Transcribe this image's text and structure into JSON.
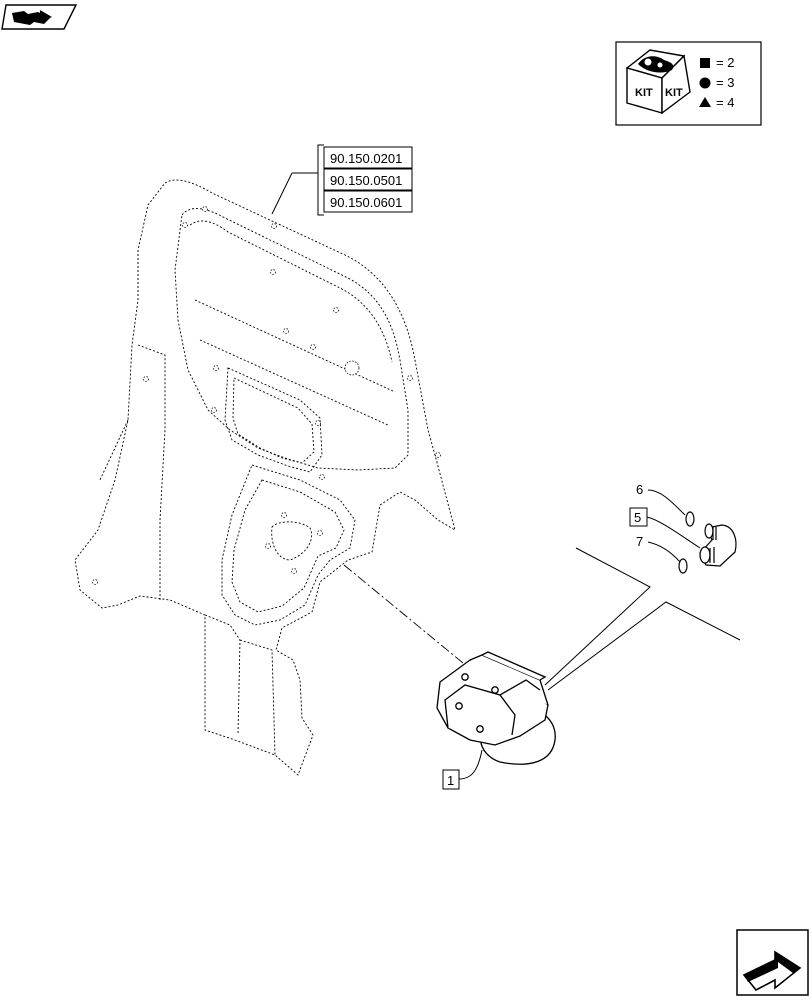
{
  "references": [
    "90.150.0201",
    "90.150.0501",
    "90.150.0601"
  ],
  "kit_legend": {
    "kit_labels": [
      "KIT",
      "KIT"
    ],
    "items": [
      {
        "shape": "square",
        "symbol": "■",
        "text": "= 2"
      },
      {
        "shape": "circle",
        "symbol": "●",
        "text": "= 3"
      },
      {
        "shape": "triangle",
        "symbol": "▲",
        "text": "= 4"
      }
    ]
  },
  "callouts": {
    "c1": "1",
    "c5": "5",
    "c6": "6",
    "c7": "7"
  },
  "icons": {
    "top_left": "back-arrow-icon",
    "bottom_right": "next-page-arrow-icon"
  }
}
